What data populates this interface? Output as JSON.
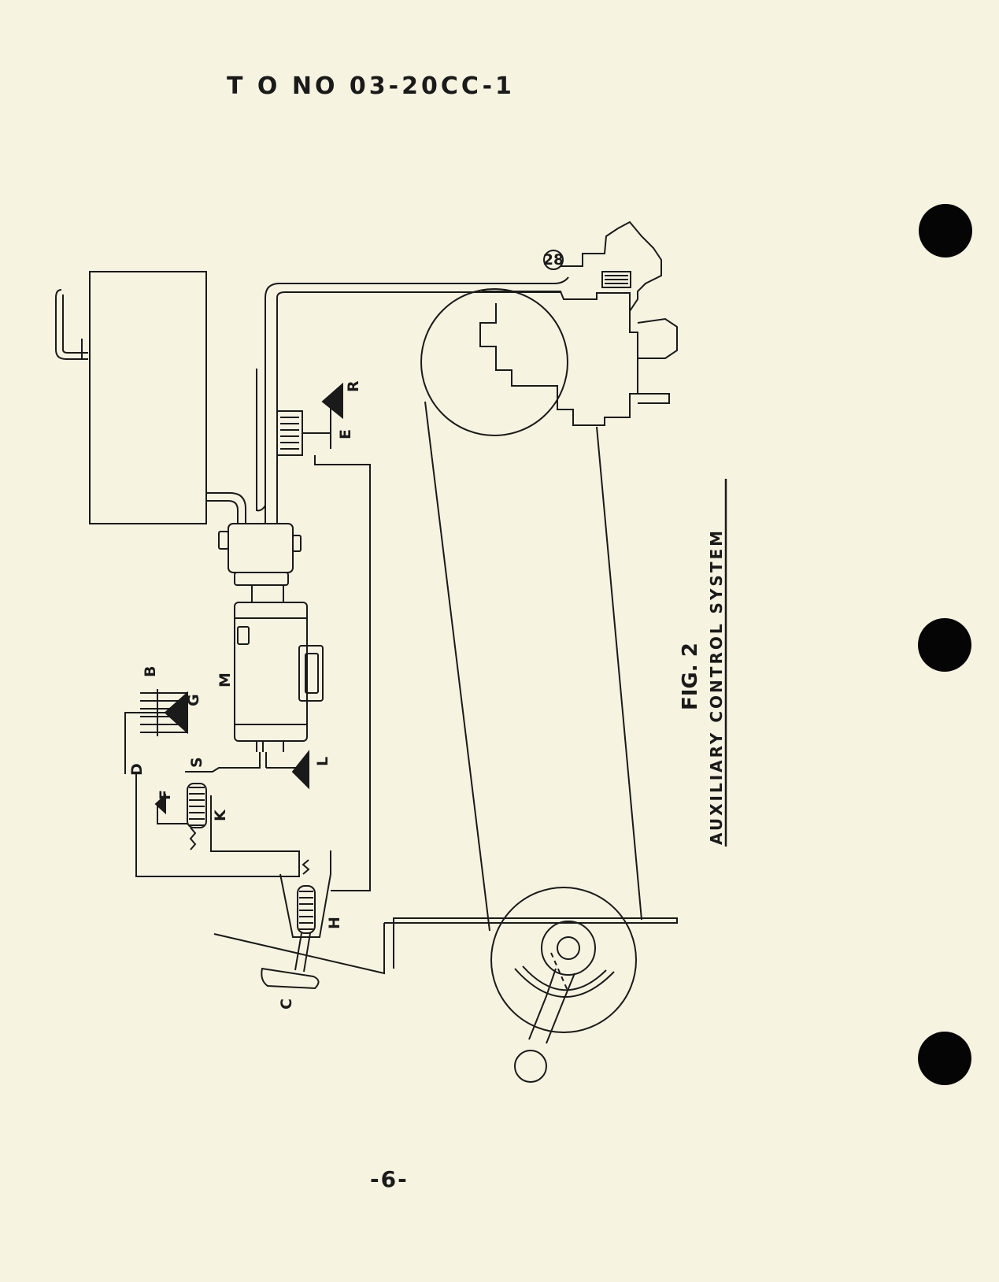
{
  "header": {
    "doc_number": "T O NO 03-20CC-1"
  },
  "figure": {
    "number": "FIG. 2",
    "title": "AUXILIARY CONTROL SYSTEM",
    "callout": "28",
    "labels": {
      "B": "B",
      "G": "G",
      "M": "M",
      "D": "D",
      "S": "S",
      "F": "F",
      "K": "K",
      "L": "L",
      "H": "H",
      "C": "C",
      "E": "E",
      "R": "R"
    }
  },
  "footer": {
    "page_number": "-6-"
  }
}
